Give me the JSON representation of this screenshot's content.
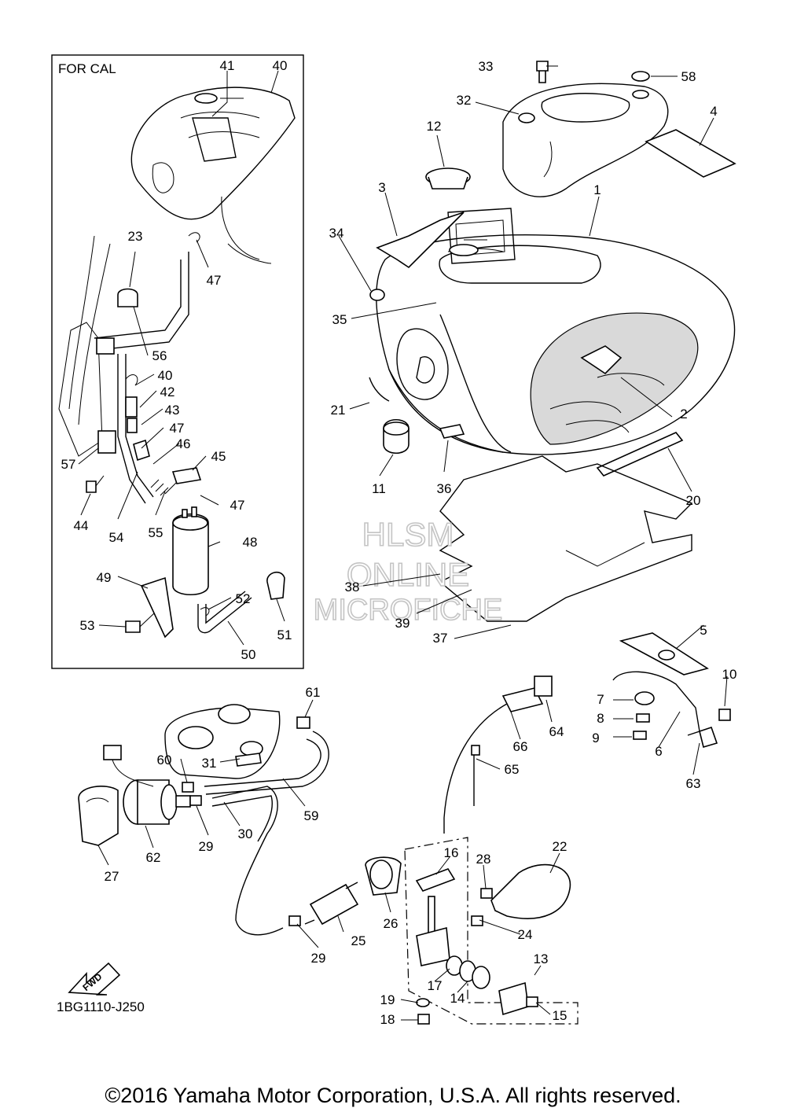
{
  "inset": {
    "title": "FOR CAL"
  },
  "diagram_code": "1BG1110-J250",
  "fwd_label": "FWD",
  "watermark": {
    "line1": "HLSM",
    "line2": "ONLINE",
    "line3": "MICROFICHE"
  },
  "callouts": [
    "1",
    "2",
    "3",
    "4",
    "5",
    "6",
    "7",
    "8",
    "9",
    "10",
    "11",
    "12",
    "13",
    "14",
    "15",
    "16",
    "17",
    "18",
    "19",
    "20",
    "21",
    "22",
    "23",
    "24",
    "25",
    "26",
    "27",
    "28",
    "29",
    "29",
    "30",
    "31",
    "32",
    "33",
    "34",
    "35",
    "36",
    "37",
    "38",
    "39",
    "40",
    "40",
    "41",
    "42",
    "43",
    "44",
    "45",
    "46",
    "47",
    "47",
    "47",
    "48",
    "49",
    "50",
    "51",
    "52",
    "53",
    "54",
    "55",
    "56",
    "57",
    "58",
    "59",
    "60",
    "61",
    "62",
    "63",
    "64",
    "65",
    "66"
  ],
  "copyright": "©2016 Yamaha Motor Corporation, U.S.A. All rights reserved."
}
